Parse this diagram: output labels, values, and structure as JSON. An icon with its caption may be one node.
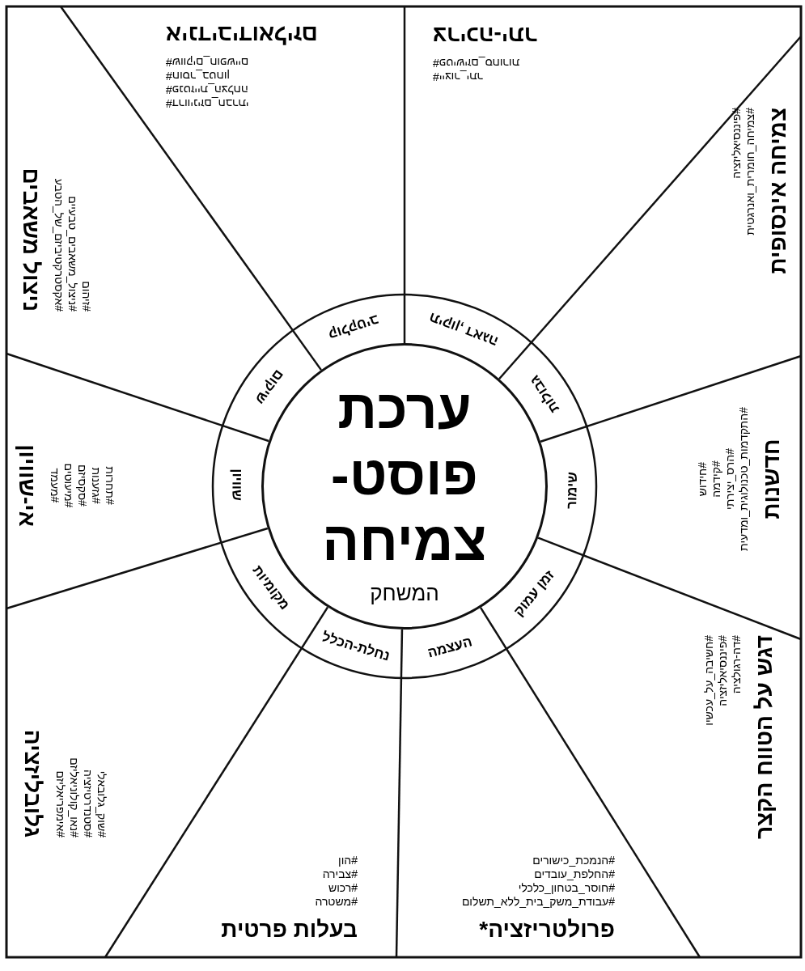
{
  "diagram": {
    "nodes": [
      {
        "text": [
          "ערכת פוסט-צמיחה",
          "המשחק"
        ]
      },
      {
        "text": [
          "קולקטיב"
        ]
      },
      {
        "text": [
          "תיקון, דאגה"
        ]
      },
      {
        "text": [
          "גבולות"
        ]
      },
      {
        "text": [
          "שימור"
        ]
      },
      {
        "text": [
          "זמן עמוק"
        ]
      },
      {
        "text": [
          "העצמה"
        ]
      },
      {
        "text": [
          "נחלת-הכלל"
        ]
      },
      {
        "text": [
          "מקומיות"
        ]
      },
      {
        "text": [
          "שוויון"
        ]
      },
      {
        "text": [
          "שיקום"
        ]
      },
      {
        "text": [
          "#דרוויניזם_חברתי",
          "#פנטזיית_הצלחה",
          "#חוסר_בטחון",
          "#שווקים_חופשיים",
          "אינדיבידואליזם"
        ]
      },
      {
        "text": [
          "#ייצור_יתר",
          "#פטישיזם_סחורות",
          "צריכה-יתר"
        ]
      },
      {
        "text": [
          "#פיננסיאליזציה",
          "#צמיחה_חומרית_ואנרגטית",
          "צמיחה אינסופית"
        ]
      },
      {
        "text": [
          "#חידוש",
          "#קידמה",
          "#הרס_יצירתי",
          "#התקדמות_טכנולוגית_ומדעית",
          "חדשנות"
        ]
      },
      {
        "text": [
          "#חשיבה_על_עכשיו",
          "#פיננסיאליזציה",
          "#דה-רגולציה",
          "דגש על הטווח הקצר"
        ]
      },
      {
        "text": [
          "#הנמכת_כישורים",
          "#החלפת_עובדים",
          "#חוסר_בטחון_כלכלי",
          "#עבודת_משק_בית_ללא_תשלום",
          "פרולטריזציה*"
        ]
      },
      {
        "text": [
          "#הון",
          "#צבירה",
          "#רכוש",
          "#משטרה",
          "בעלות פרטית"
        ]
      },
      {
        "text": [
          "#שוק_גלובאלי",
          "#סטנדרטיזציה",
          "#נאו_קולוניאליזם",
          "#אימפריאליזם",
          "גלובליזציה"
        ]
      },
      {
        "text": [
          "#תחרות",
          "#גזענות",
          "#סקסיזם",
          "#מיעוטים",
          "#מעמד",
          "אי-שוויון"
        ]
      },
      {
        "text": [
          "#זיהום",
          "#ניצול_משאבים_טבעיים",
          "#אקסטרקטיביזם_של_הטבע",
          "ניצול משאבים"
        ]
      }
    ]
  }
}
